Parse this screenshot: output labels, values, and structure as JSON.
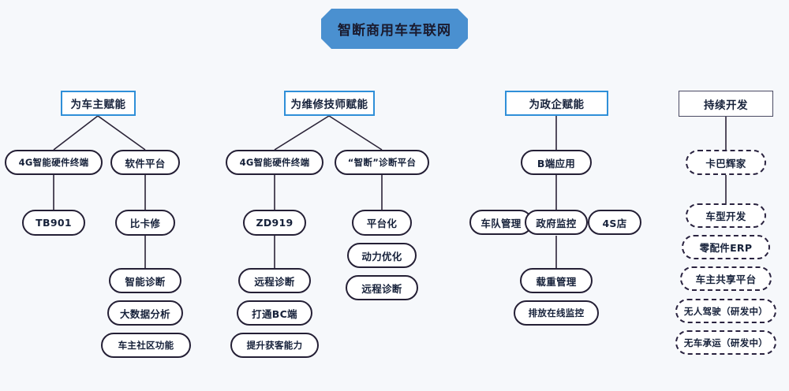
{
  "title": {
    "text": "智断商用车车联网",
    "fill": "#4a90d0"
  },
  "colors": {
    "background": "#f6f8fb",
    "header_blue_border": "#2f8fd8",
    "header_gray_border": "#4a4a63",
    "node_border": "#241f35",
    "text": "#16213a"
  },
  "columns": [
    {
      "header": "为车主赋能",
      "header_style": "blue",
      "branches": [
        {
          "root": "4G智能硬件终端",
          "children": [
            "TB901"
          ]
        },
        {
          "root": "软件平台",
          "children": [
            "比卡修",
            "智能诊断",
            "大数据分析",
            "车主社区功能"
          ]
        }
      ]
    },
    {
      "header": "为维修技师赋能",
      "header_style": "blue",
      "branches": [
        {
          "root": "4G智能硬件终端",
          "children": [
            "ZD919",
            "远程诊断",
            "打通BC端",
            "提升获客能力"
          ]
        },
        {
          "root": "“智断”诊断平台",
          "children": [
            "平台化",
            "动力优化",
            "远程诊断"
          ]
        }
      ]
    },
    {
      "header": "为政企赋能",
      "header_style": "blue",
      "branches": [
        {
          "root": "B端应用",
          "children": [
            "车队管理",
            "政府监控",
            "4S店",
            "载重管理",
            "排放在线监控"
          ]
        }
      ]
    },
    {
      "header": "持续开发",
      "header_style": "gray",
      "branches": [
        {
          "root": "卡巴辉家",
          "children": [
            "车型开发",
            "零配件ERP",
            "车主共享平台",
            "无人驾驶（研发中）",
            "无车承运（研发中）"
          ]
        }
      ]
    }
  ],
  "nodes": {
    "c1_h": "为车主赋能",
    "c1_a": "4G智能硬件终端",
    "c1_b": "软件平台",
    "c1_a1": "TB901",
    "c1_b1": "比卡修",
    "c1_b2": "智能诊断",
    "c1_b3": "大数据分析",
    "c1_b4": "车主社区功能",
    "c2_h": "为维修技师赋能",
    "c2_a": "4G智能硬件终端",
    "c2_b": "“智断”诊断平台",
    "c2_a1": "ZD919",
    "c2_a2": "远程诊断",
    "c2_a3": "打通BC端",
    "c2_a4": "提升获客能力",
    "c2_b1": "平台化",
    "c2_b2": "动力优化",
    "c2_b3": "远程诊断",
    "c3_h": "为政企赋能",
    "c3_a": "B端应用",
    "c3_a1": "车队管理",
    "c3_a2": "政府监控",
    "c3_a3": "4S店",
    "c3_a4": "载重管理",
    "c3_a5": "排放在线监控",
    "c4_h": "持续开发",
    "c4_a": "卡巴辉家",
    "c4_a1": "车型开发",
    "c4_a2": "零配件ERP",
    "c4_a3": "车主共享平台",
    "c4_a4": "无人驾驶（研发中）",
    "c4_a5": "无车承运（研发中）"
  }
}
